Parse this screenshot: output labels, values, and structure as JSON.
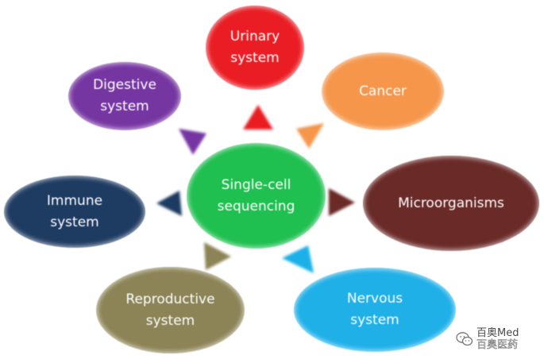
{
  "colors": {
    "center": "#1fbf50",
    "urinary": "#ea1d24",
    "cancer": "#f5964b",
    "microorganisms": "#6a2b28",
    "nervous": "#1fb0e8",
    "reproductive": "#8c8457",
    "immune": "#1e3b62",
    "digestive": "#7636a2"
  },
  "center": {
    "label": "Single-cell\nsequencing"
  },
  "nodes": {
    "urinary": "Urinary\nsystem",
    "cancer": "Cancer",
    "microorganisms": "Microorganisms",
    "nervous": "Nervous\nsystem",
    "reproductive": "Reproductive\nsystem",
    "immune": "Immune\nsystem",
    "digestive": "Digestive\nsystem"
  },
  "watermark": {
    "icon": "wechat-icon",
    "line1": "百奥Med",
    "line2": "百奥医药"
  }
}
